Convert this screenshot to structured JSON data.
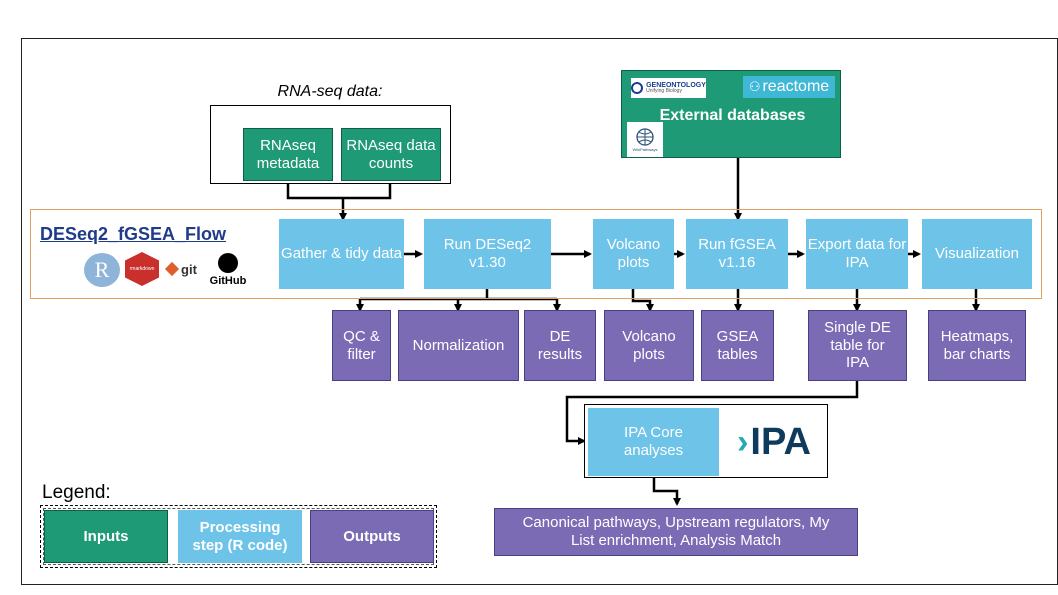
{
  "title": "DESeq2_fGSEA_Flow",
  "rnaseq_label": "RNA-seq data:",
  "inputs": {
    "metadata": "RNAseq metadata",
    "counts": "RNAseq data counts"
  },
  "external": {
    "title": "External databases",
    "geneontology": "GENEONTOLOGY",
    "geneontology_sub": "Unifying Biology",
    "reactome": "reactome",
    "wikipathways": "WikiPathways"
  },
  "tools": {
    "r": "R",
    "rmarkdown": "rmarkdown",
    "git": "git",
    "github": "GitHub"
  },
  "steps": [
    "Gather & tidy data",
    "Run DESeq2 v1.30",
    "Volcano plots",
    "Run fGSEA v1.16",
    "Export data for IPA",
    "Visualization"
  ],
  "outputs": [
    "QC & filter",
    "Normalization",
    "DE results",
    "Volcano plots",
    "GSEA tables",
    "Single DE table for IPA",
    "Heatmaps, bar charts"
  ],
  "ipa": {
    "core": "IPA Core analyses",
    "logo": "IPA",
    "results": "Canonical pathways, Upstream regulators, My List enrichment, Analysis Match"
  },
  "legend": {
    "title": "Legend:",
    "inputs": "Inputs",
    "processing": "Processing step (R code)",
    "outputs": "Outputs"
  },
  "colors": {
    "input": "#1f9a76",
    "processing": "#6dc3e8",
    "output": "#7b6bb4",
    "flow_border": "#e0a060",
    "title": "#1f3b8a"
  }
}
